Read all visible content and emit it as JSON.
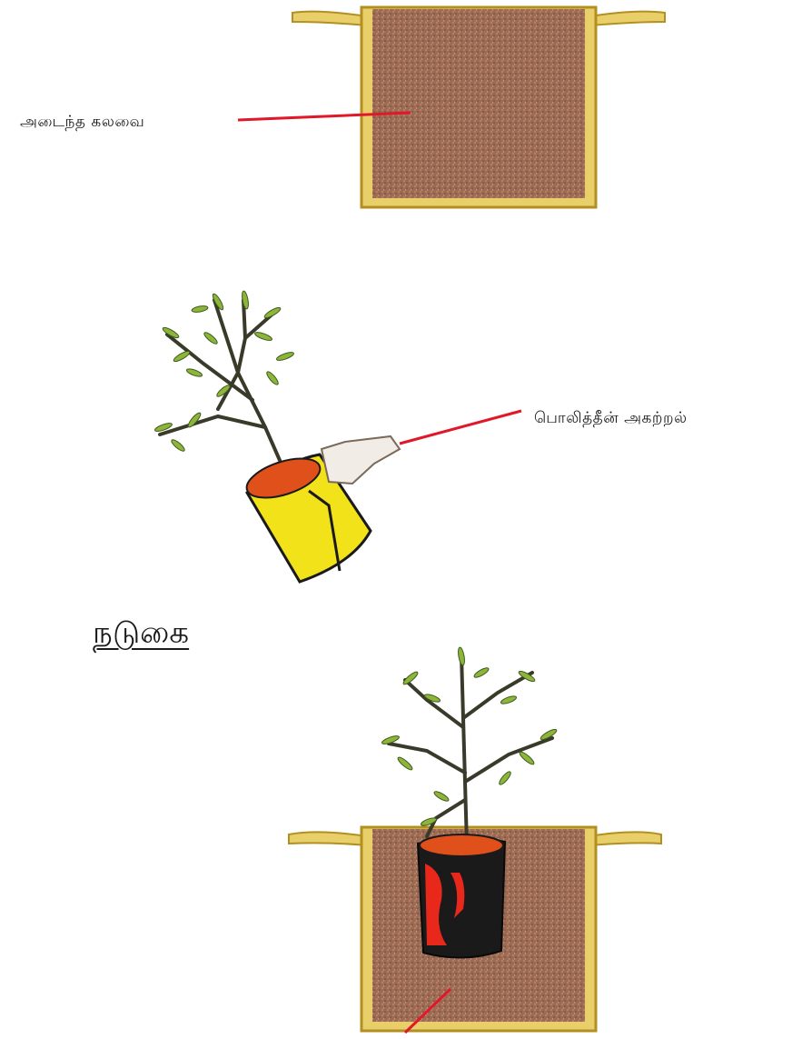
{
  "labels": {
    "mixture": "அடைந்த கலவை",
    "polythene_removal": "பொலித்தீன் அகற்றல்",
    "planting": "நடுகை"
  },
  "colors": {
    "soil": "#9c6b54",
    "soil_speck": "#c98a6a",
    "pit_frame": "#d9b84a",
    "pit_frame_dark": "#b38f22",
    "arrow": "#e0182a",
    "stem": "#3a3a2a",
    "leaf": "#8cb53a",
    "leaf_dark": "#3d5a1e",
    "bag_yellow": "#f2e21a",
    "bag_black": "#1a1a1a",
    "bag_red": "#e8281a",
    "soil_top": "#e0501a",
    "glove": "#f1ede6"
  }
}
